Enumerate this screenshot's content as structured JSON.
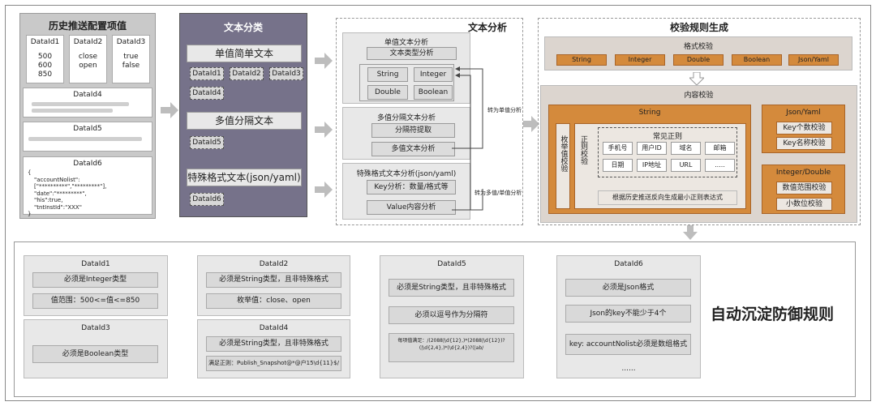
{
  "section1": {
    "title": "历史推送配置项值",
    "boxes": [
      {
        "id": "DataId1",
        "lines": [
          "500",
          "600",
          "850"
        ]
      },
      {
        "id": "DataId2",
        "lines": [
          "close",
          "open"
        ]
      },
      {
        "id": "DataId3",
        "lines": [
          "true",
          "false"
        ]
      }
    ],
    "dataid4": "DataId4",
    "dataid5": "DataId5",
    "dataid6": {
      "id": "DataId6",
      "lines": [
        "{",
        "\"accountNolist\":[\"**********\",\"*********\"],",
        "\"date\":\"*********\",",
        "\"his\":true,",
        "\"tntInstId\":\"XXX\"",
        "}"
      ]
    }
  },
  "section2": {
    "title": "文本分类",
    "cat1": "单值简单文本",
    "cat1_tags": [
      "DataId1",
      "DataId2",
      "DataId3",
      "DataId4"
    ],
    "cat2": "多值分隔文本",
    "cat2_tags": [
      "DataId5"
    ],
    "cat3": "特殊格式文本(json/yaml)",
    "cat3_tags": [
      "DataId6"
    ]
  },
  "section3": {
    "title": "文本分析",
    "single": {
      "title": "单值文本分析",
      "type_label": "文本类型分析",
      "types": [
        "String",
        "Integer",
        "Double",
        "Boolean"
      ]
    },
    "multi": {
      "title": "多值分隔文本分析",
      "step1": "分隔符提取",
      "step2": "多值文本分析"
    },
    "special": {
      "title": "特殊格式文本分析(json/yaml)",
      "step1": "Key分析：数量/格式等",
      "step2": "Value内容分析"
    },
    "to_single": "转为单值分析",
    "to_multi_single": "转为多值/单值分析"
  },
  "section4": {
    "title": "校验规则生成",
    "format": {
      "title": "格式校验",
      "types": [
        "String",
        "Integer",
        "Double",
        "Boolean",
        "Json/Yaml"
      ]
    },
    "content": {
      "title": "内容校验",
      "string_title": "String",
      "enum_label": "枚举值校验",
      "regex_label": "正则校验",
      "common_regex_title": "常见正则",
      "common_regex": [
        "手机号",
        "用户ID",
        "域名",
        "邮箱",
        "日期",
        "IP地址",
        "URL",
        "....."
      ],
      "reverse_gen": "根据历史推送反向生成最小正则表达式",
      "json_title": "Json/Yaml",
      "json_items": [
        "Key个数校验",
        "Key名称校验"
      ],
      "num_title": "Integer/Double",
      "num_items": [
        "数值范围校验",
        "小数位校验"
      ]
    }
  },
  "section5": {
    "big_title": "自动沉淀防御规则",
    "card1": {
      "title": "DataId1",
      "rules": [
        "必须是Integer类型",
        "值范围：500<=值<=850"
      ]
    },
    "card3": {
      "title": "DataId3",
      "rules": [
        "必须是Boolean类型"
      ]
    },
    "card2": {
      "title": "DataId2",
      "rules": [
        "必须是String类型，且非特殊格式",
        "枚举值：close、open"
      ]
    },
    "card4": {
      "title": "DataId4",
      "rules": [
        "必须是String类型，且非特殊格式",
        "满足正则：Publish_Snapshot@*@户15\\d{11}$/"
      ]
    },
    "card5": {
      "title": "DataId5",
      "rules": [
        "必须是String类型，且非特殊格式",
        "必须以逗号作为分隔符",
        "每项值满足：/(2088|\\d{12},)*(2088|\\d{12})?(|\\d{2,4},)*(\\d{2,4})?(|ab/"
      ]
    },
    "card6": {
      "title": "DataId6",
      "rules": [
        "必须是Json格式",
        "Json的key不能少于4个",
        "key: accountNolist必须是数组格式",
        "......"
      ]
    }
  },
  "colors": {
    "purple_panel": "#76728a",
    "orange": "#d48a3c",
    "beige": "#dcd5cf"
  }
}
